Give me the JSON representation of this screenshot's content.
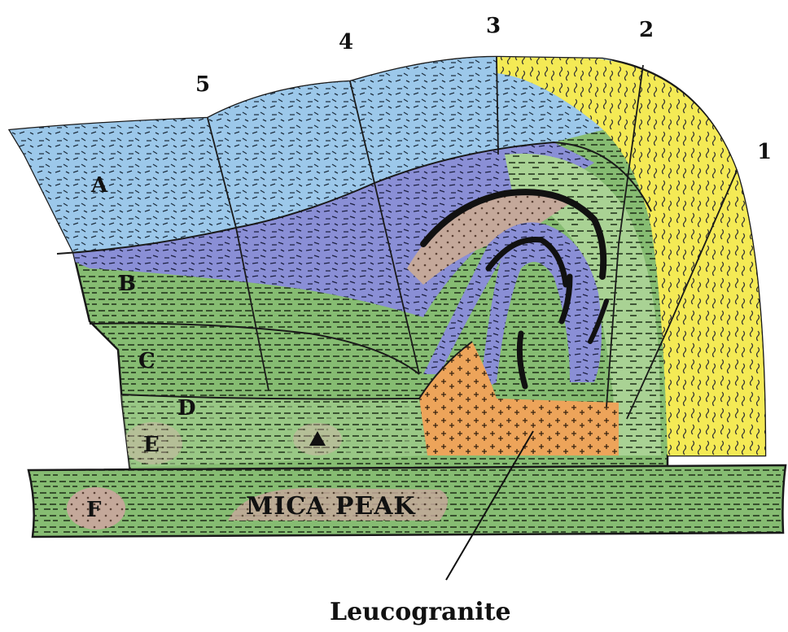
{
  "units": [
    {
      "id": "A",
      "label": "A",
      "color": "#9cc8ea"
    },
    {
      "id": "B",
      "label": "B",
      "color": "#8db87a"
    },
    {
      "id": "C",
      "label": "C",
      "color": "#7fb36a"
    },
    {
      "id": "D",
      "label": "D",
      "color": "#8fbf7a"
    },
    {
      "id": "E",
      "label": "E",
      "color": "#cdb3a8"
    },
    {
      "id": "F",
      "label": "F",
      "color": "#cdb3a8"
    }
  ],
  "section_numbers": [
    "1",
    "2",
    "3",
    "4",
    "5"
  ],
  "mica_peak_label": "MICA PEAK",
  "leucogranite_label": "Leucogranite",
  "colors": {
    "blue_layer": "#9cc8ea",
    "violet_layer": "#8a8fd6",
    "green_layer": "#86bc72",
    "yellow_layer": "#f4ea55",
    "orange_leucogranite": "#eda45a",
    "brown_layer": "#c4a89a",
    "black_band": "#111111",
    "outline": "#1a1a1a"
  }
}
